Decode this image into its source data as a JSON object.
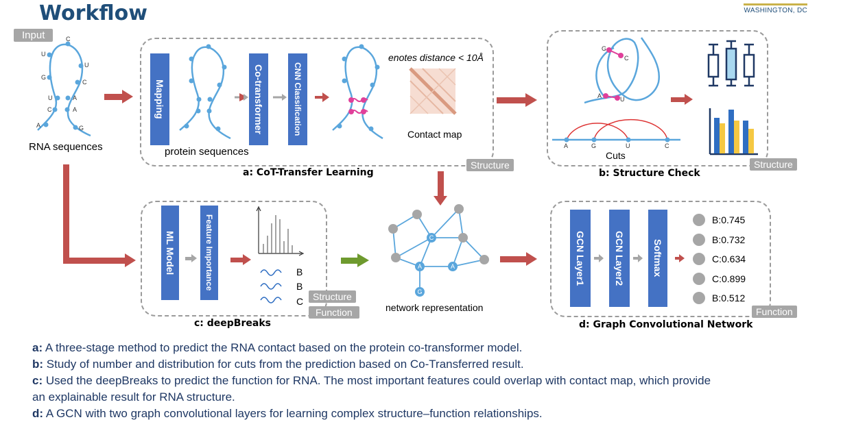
{
  "header": {
    "title": "Workflow",
    "brand": "WASHINGTON, DC"
  },
  "input_label": "Input",
  "rna_label": "RNA sequences",
  "panel_a": {
    "caption": "a: CoT-Transfer Learning",
    "mapping": "Mapping",
    "cotransformer": "Co-transformer",
    "cnn": "CNN Classification",
    "protein": "protein sequences",
    "distance": "enotes distance < 10Å",
    "contact_map": "Contact map",
    "tag": "Structure"
  },
  "panel_b": {
    "caption": "b: Structure Check",
    "cuts": "Cuts",
    "tag": "Structure"
  },
  "panel_c": {
    "caption": "c: deepBreaks",
    "model": "ML Model",
    "feature": "Feature Importance",
    "legend": [
      "B",
      "B",
      "C"
    ],
    "tag_structure": "Structure",
    "tag_function": "Function"
  },
  "network": {
    "label": "network representation"
  },
  "panel_d": {
    "caption": "d: Graph Convolutional Network",
    "layers": [
      "GCN Layer1",
      "GCN Layer2",
      "Softmax"
    ],
    "scores": [
      "B:0.745",
      "B:0.732",
      "C:0.634",
      "C:0.899",
      "B:0.512"
    ],
    "tag": "Function"
  },
  "notes": [
    {
      "key": "a:",
      "text": " A three-stage method to predict the RNA contact based on the protein co-transformer model."
    },
    {
      "key": "b:",
      "text": " Study of number and distribution for cuts from the prediction based on Co-Transferred result."
    },
    {
      "key": "c:",
      "text": " Used the deepBreaks to predict the function for RNA. The most important features could overlap with contact map, which provide"
    },
    {
      "key": "",
      "text": "an explainable result for RNA structure."
    },
    {
      "key": "d:",
      "text": " A GCN with two graph convolutional layers for learning complex structure–function relationships."
    }
  ],
  "colors": {
    "accent": "#4472c4",
    "arrow": "#c0504d",
    "green_arrow": "#6e9a2e",
    "tag_gray": "#a6a6a6"
  },
  "strand_letters": {
    "rna": [
      "C",
      "U",
      "U",
      "G",
      "C",
      "U",
      "A",
      "C",
      "A",
      "A",
      "G"
    ],
    "network_nodes": [
      "C",
      "A",
      "A",
      "G"
    ],
    "arcs": [
      "A",
      "G",
      "U",
      "C"
    ]
  }
}
